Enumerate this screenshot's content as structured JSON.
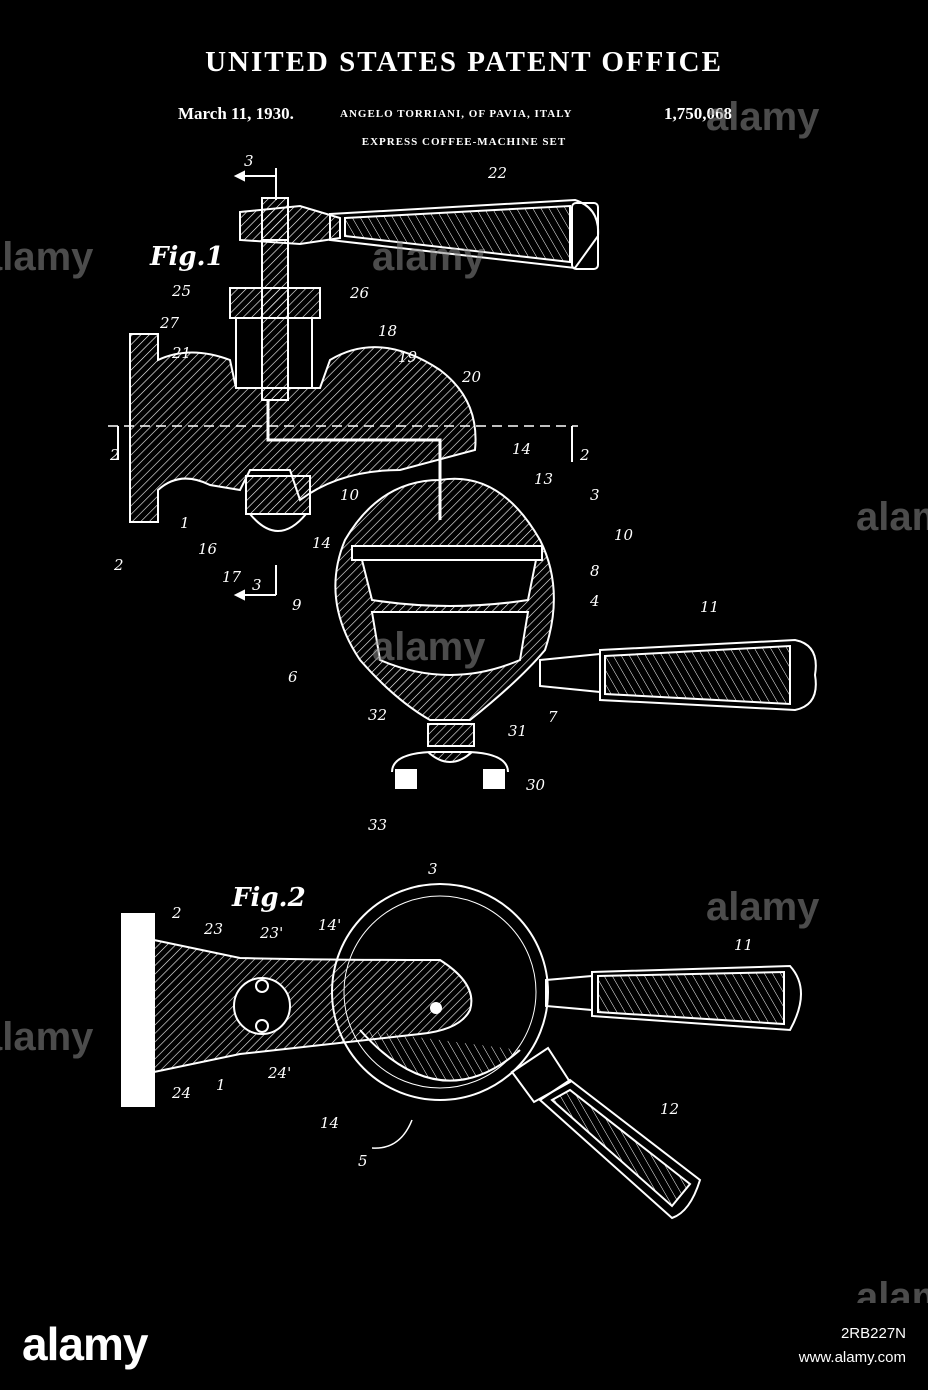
{
  "header": {
    "title": "UNITED STATES PATENT OFFICE",
    "date": "March 11, 1930.",
    "inventor": "ANGELO TORRIANI, OF PAVIA, ITALY",
    "patent_number": "1,750,068",
    "subtitle": "EXPRESS COFFEE-MACHINE SET"
  },
  "figures": {
    "fig1_label": "Fig.1",
    "fig2_label": "Fig.2"
  },
  "section_marks": {
    "top": "3",
    "bottom": "3",
    "left": "2",
    "right": "2"
  },
  "fig1_refs": [
    "22",
    "25",
    "26",
    "27",
    "21",
    "18",
    "19",
    "20",
    "14",
    "13",
    "3",
    "10",
    "8",
    "4",
    "9",
    "6",
    "11",
    "7",
    "31",
    "32",
    "30",
    "33",
    "2",
    "1",
    "16",
    "17",
    "14",
    "10"
  ],
  "fig2_refs": [
    "2",
    "23",
    "23'",
    "14'",
    "3",
    "11",
    "24",
    "24'",
    "1",
    "14",
    "5",
    "12"
  ],
  "watermark": {
    "brand": "alamy",
    "image_id": "2RB227N",
    "site": "www.alamy.com"
  },
  "colors": {
    "background": "#000000",
    "ink": "#ffffff",
    "watermark": "#8a8a8a"
  }
}
